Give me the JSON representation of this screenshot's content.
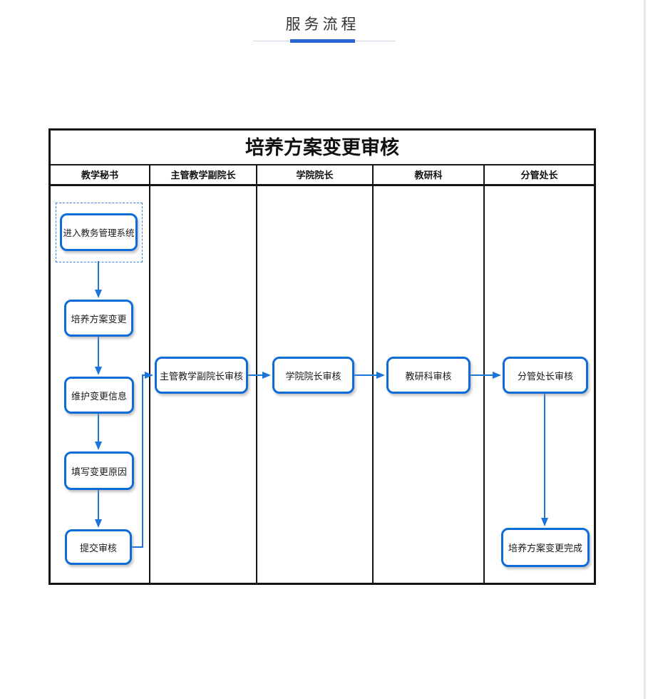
{
  "page": {
    "title": "服务流程"
  },
  "flowchart": {
    "title": "培养方案变更审核",
    "lanes": [
      {
        "label": "教学秘书"
      },
      {
        "label": "主管教学副院长"
      },
      {
        "label": "学院院长"
      },
      {
        "label": "教研科"
      },
      {
        "label": "分管处长"
      }
    ],
    "nodes": [
      {
        "label": "进入教务管理系统",
        "lane": "教学秘书",
        "selected": true
      },
      {
        "label": "培养方案变更",
        "lane": "教学秘书"
      },
      {
        "label": "维护变更信息",
        "lane": "教学秘书"
      },
      {
        "label": "填写变更原因",
        "lane": "教学秘书"
      },
      {
        "label": "提交审核",
        "lane": "教学秘书"
      },
      {
        "label": "主管教学副院长审核",
        "lane": "主管教学副院长"
      },
      {
        "label": "学院院长审核",
        "lane": "学院院长"
      },
      {
        "label": "教研科审核",
        "lane": "教研科"
      },
      {
        "label": "分管处长审核",
        "lane": "分管处长"
      },
      {
        "label": "培养方案变更完成",
        "lane": "分管处长"
      }
    ],
    "edges": [
      {
        "from": "进入教务管理系统",
        "to": "培养方案变更"
      },
      {
        "from": "培养方案变更",
        "to": "维护变更信息"
      },
      {
        "from": "维护变更信息",
        "to": "填写变更原因"
      },
      {
        "from": "填写变更原因",
        "to": "提交审核"
      },
      {
        "from": "提交审核",
        "to": "主管教学副院长审核"
      },
      {
        "from": "主管教学副院长审核",
        "to": "学院院长审核"
      },
      {
        "from": "学院院长审核",
        "to": "教研科审核"
      },
      {
        "from": "教研科审核",
        "to": "分管处长审核"
      },
      {
        "from": "分管处长审核",
        "to": "培养方案变更完成"
      }
    ],
    "colors": {
      "node_border": "#0d6cd8",
      "arrow": "#1b74d9",
      "table_border": "#141414",
      "accent": "#2b67d3"
    }
  }
}
